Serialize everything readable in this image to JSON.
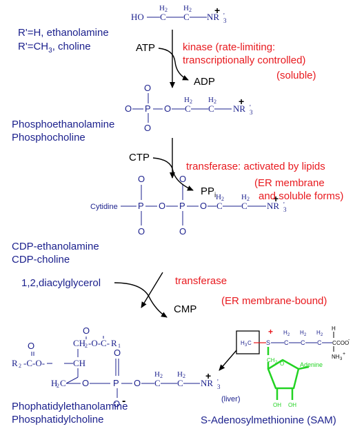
{
  "colors": {
    "molecule": "#1a1f8c",
    "enzyme": "#e8191e",
    "sam_highlight": "#22d322",
    "text": "#000000"
  },
  "legend": {
    "r_h": "R'=H, ethanolamine",
    "r_ch3_prefix": "R'=CH",
    "r_ch3_sub": "3",
    "r_ch3_suffix": ", choline"
  },
  "labels": {
    "h2": "H",
    "two": "2",
    "ho": "HO",
    "c": "C",
    "nr": "NR",
    "three": "3",
    "prime": "'",
    "plus": "+",
    "o": "O",
    "p": "P",
    "minus": "-",
    "cytidine": "Cytidine",
    "r2": "R",
    "r1": "R",
    "ch": "CH",
    "ch2_left": "CH",
    "h2c_left": "H",
    "oc": "-O-C-"
  },
  "step1": {
    "input": "ATP",
    "output": "ADP",
    "enzyme_line1": "kinase (rate-limiting:",
    "enzyme_line2": "transcriptionally controlled)",
    "location": "(soluble)"
  },
  "intermediate1": {
    "name1": "Phosphoethanolamine",
    "name2": "Phosphocholine"
  },
  "step2": {
    "input": "CTP",
    "output": "PP",
    "output_sub": "i",
    "enzyme": "transferase: activated by lipids",
    "loc_line1": "(ER membrane",
    "loc_line2": "and soluble forms)"
  },
  "intermediate2": {
    "name1": "CDP-ethanolamine",
    "name2": "CDP-choline"
  },
  "step3": {
    "input": "1,2,diacylglycerol",
    "output": "CMP",
    "enzyme": "transferase",
    "location": "(ER membrane-bound)"
  },
  "product": {
    "name1": "Phophatidylethanolamine",
    "name2": "Phosphatidylcholine"
  },
  "sam": {
    "name": "S-Adenosylmethionine (SAM)",
    "tissue": "(liver)",
    "h3c": "H",
    "h3c_sub": "3",
    "h3c_c": "C",
    "s": "S",
    "adenine": "Adenine",
    "oh": "OH",
    "coo": "COO",
    "nh3": "NH",
    "h": "H"
  }
}
